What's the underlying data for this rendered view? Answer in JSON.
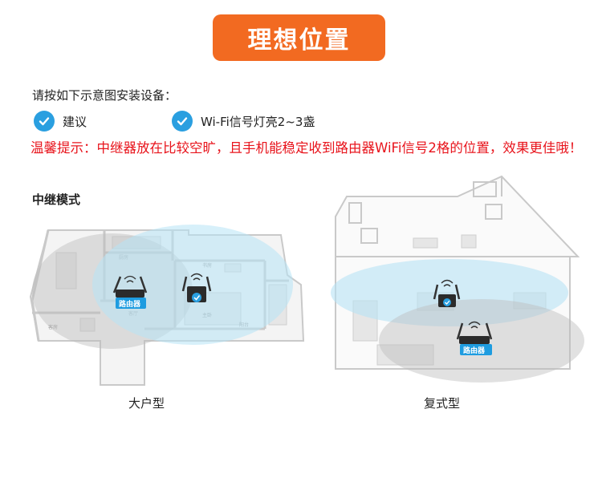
{
  "title": "理想位置",
  "intro": "请按如下示意图安装设备：",
  "checks": [
    {
      "label": "建议"
    },
    {
      "label": "Wi-Fi信号灯亮2~3盏"
    }
  ],
  "warning": "温馨提示：中继器放在比较空旷，且手机能稳定收到路由器WiFi信号2格的位置，效果更佳哦！",
  "mode_label": "中继模式",
  "floorplan": {
    "router_label": "路由器",
    "rooms": {
      "kitchen": "厨房",
      "study": "书房",
      "living": "客厅",
      "master": "主卧",
      "guest": "客房",
      "balcony": "阳台"
    }
  },
  "house": {
    "router_label": "路由器"
  },
  "captions": {
    "left": "大户型",
    "right": "复式型"
  },
  "colors": {
    "accent": "#f26a21",
    "check": "#2a9fe0",
    "warning": "#e8141c",
    "signal_blue": "#bfe6f6",
    "signal_gray": "#c6c6c6"
  }
}
